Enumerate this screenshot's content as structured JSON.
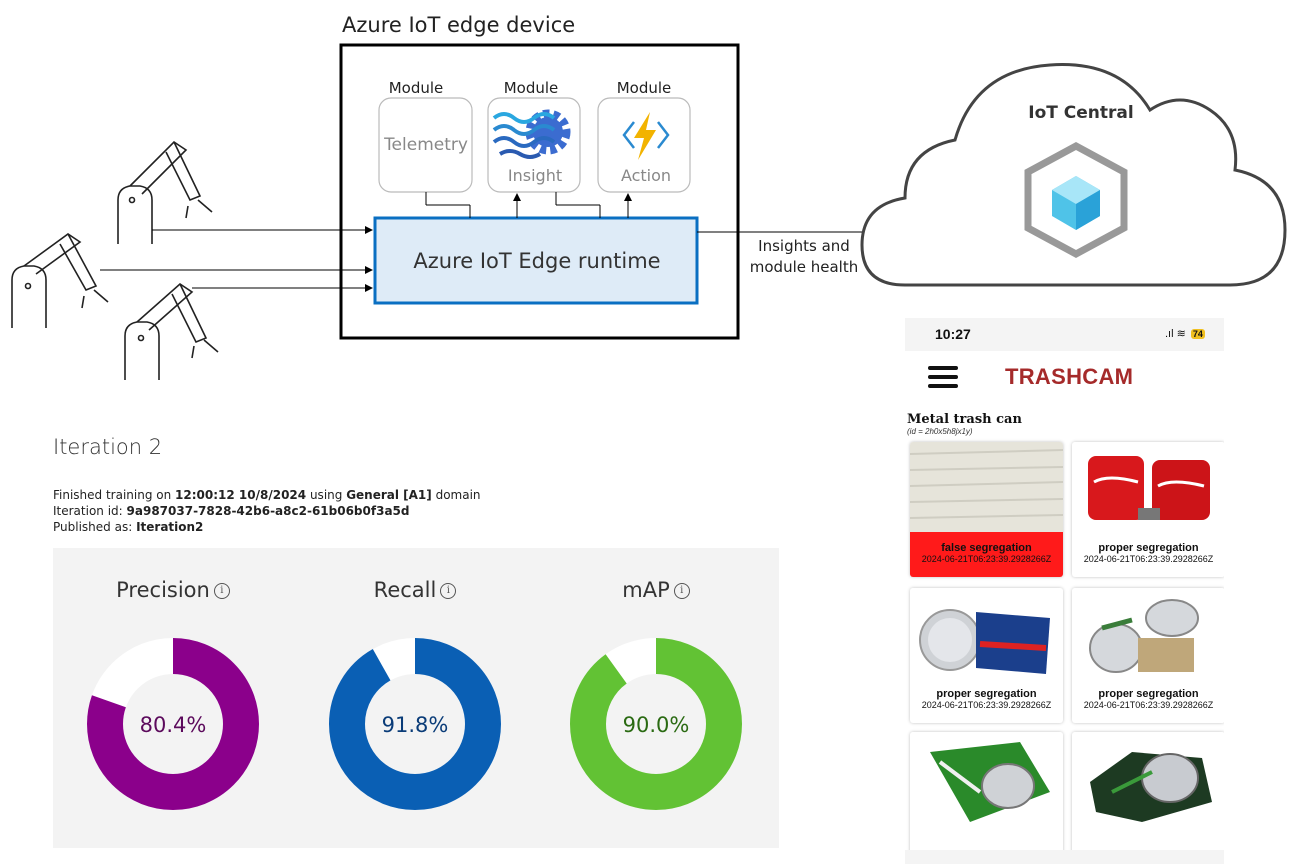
{
  "diagram": {
    "device_title": "Azure IoT edge device",
    "modules": [
      {
        "caption": "Module",
        "name": "Telemetry",
        "icon": "document-box"
      },
      {
        "caption": "Module",
        "name": "Insight",
        "icon": "wave-gear-icon"
      },
      {
        "caption": "Module",
        "name": "Action",
        "icon": "lightning-code-icon"
      }
    ],
    "runtime_label": "Azure IoT Edge runtime",
    "edge_label_line1": "Insights and",
    "edge_label_line2": "module health",
    "cloud_label": "IoT Central",
    "cloud_icon": "iot-central-cube-icon",
    "robot_icon": "robot-arm-icon"
  },
  "iteration": {
    "title": "Iteration 2",
    "finished_prefix": "Finished training on ",
    "finished_time": "12:00:12 10/8/2024",
    "using": " using ",
    "domain_name": "General [A1]",
    "domain_suffix": " domain",
    "id_label": "Iteration id: ",
    "id_value": "9a987037-7828-42b6-a8c2-61b06b0f3a5d",
    "published_label": "Published as: ",
    "published_value": "Iteration2",
    "metrics": [
      {
        "name": "Precision",
        "value_text": "80.4%",
        "value": 0.804,
        "color": "#8b008b",
        "text_color": "#5c0a5c"
      },
      {
        "name": "Recall",
        "value_text": "91.8%",
        "value": 0.918,
        "color": "#0a5fb4",
        "text_color": "#0a3c78"
      },
      {
        "name": "mAP",
        "value_text": "90.0%",
        "value": 0.9,
        "color": "#62c234",
        "text_color": "#2a6a12"
      }
    ],
    "info_glyph": "i"
  },
  "phone": {
    "time": "10:27",
    "signal": ".ıl",
    "wifi": "≋",
    "battery": "74",
    "app_title": "TRASHCAM",
    "can_name": "Metal trash can",
    "can_id": "(id = 2h0x5h8jx1y)",
    "cards": [
      {
        "status": "false segregation",
        "timestamp": "2024-06-21T06:23:39.2928266Z",
        "false": true
      },
      {
        "status": "proper segregation",
        "timestamp": "2024-06-21T06:23:39.2928266Z",
        "false": false
      },
      {
        "status": "proper segregation",
        "timestamp": "2024-06-21T06:23:39.2928266Z",
        "false": false
      },
      {
        "status": "proper segregation",
        "timestamp": "2024-06-21T06:23:39.2928266Z",
        "false": false
      },
      {
        "status": "",
        "timestamp": "",
        "false": false
      },
      {
        "status": "",
        "timestamp": "",
        "false": false
      }
    ]
  }
}
